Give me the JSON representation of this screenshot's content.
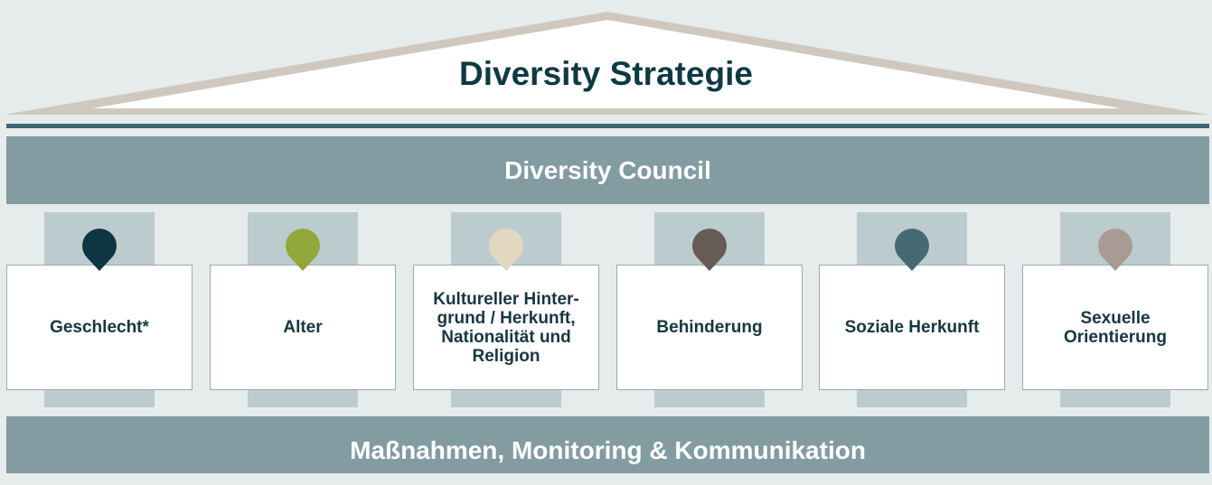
{
  "roof": {
    "title": "Diversity Strategie"
  },
  "council": {
    "label": "Diversity Council"
  },
  "pillars": [
    {
      "label": "Geschlecht*",
      "marker_color": "#0d3642",
      "marker_icon": "location-pin-icon"
    },
    {
      "label": "Alter",
      "marker_color": "#93a83a",
      "marker_icon": "location-pin-icon"
    },
    {
      "label": "Kultureller Hinter-grund / Herkunft, Nationalität und Religion",
      "marker_color": "#e2d8c0",
      "marker_icon": "location-pin-icon"
    },
    {
      "label": "Behinderung",
      "marker_color": "#675c55",
      "marker_icon": "location-pin-icon"
    },
    {
      "label": "Soziale Herkunft",
      "marker_color": "#466a75",
      "marker_icon": "location-pin-icon"
    },
    {
      "label": "Sexuelle Orientierung",
      "marker_color": "#a79b93",
      "marker_icon": "location-pin-icon"
    }
  ],
  "foundation": {
    "label": "Maßnahmen, Monitoring & Kommunikation"
  },
  "colors": {
    "background": "#e6ecec",
    "band": "#829ca2",
    "beam": "#3d6672",
    "title_text": "#0f3a44"
  }
}
